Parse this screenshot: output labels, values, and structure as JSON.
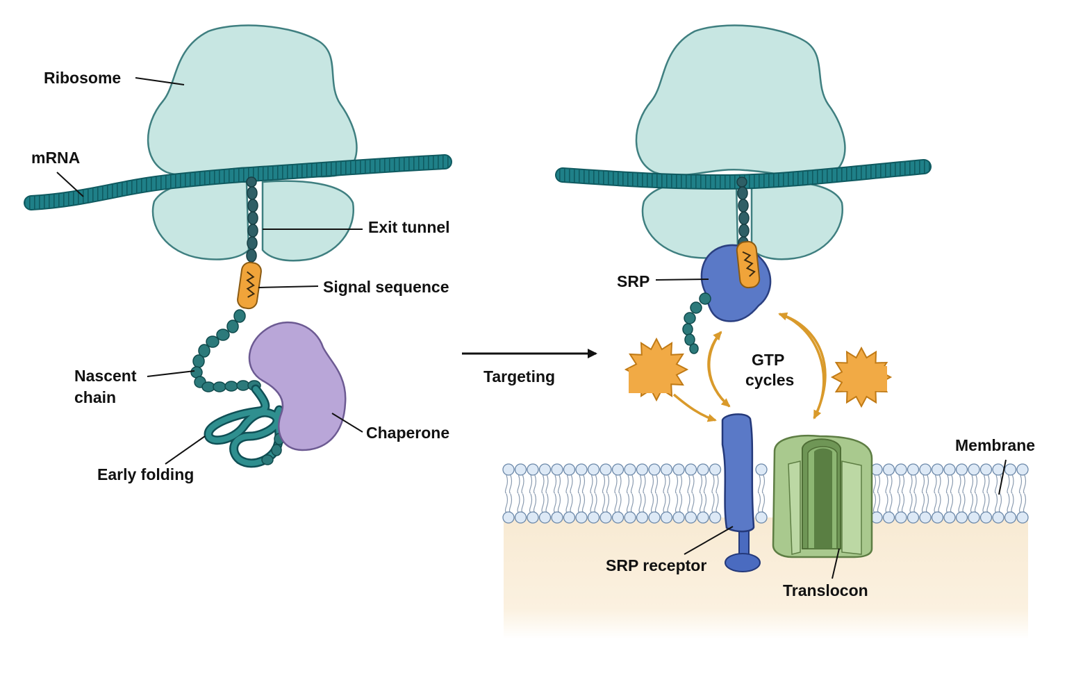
{
  "labels": {
    "ribosome": "Ribosome",
    "mrna": "mRNA",
    "exit_tunnel": "Exit tunnel",
    "signal_sequence": "Signal sequence",
    "nascent_line1": "Nascent",
    "nascent_line2": "chain",
    "chaperone": "Chaperone",
    "early_folding": "Early folding",
    "targeting": "Targeting",
    "srp": "SRP",
    "gtp_line1": "GTP",
    "gtp_line2": "cycles",
    "membrane": "Membrane",
    "srp_receptor": "SRP receptor",
    "translocon": "Translocon"
  },
  "colors": {
    "ribosome": "#c7e6e2",
    "ribosome_stroke": "#3f7f80",
    "mrna": "#1d7f86",
    "chain": "#2c6b6c",
    "signal": "#f0a43a",
    "chaperone": "#b9a6d8",
    "srp": "#5a79c7",
    "gtp": "#f1aa45",
    "arrow_orange": "#d99a2b",
    "translocon": "#a9c98e",
    "membrane_head": "#dde9f6",
    "cytosol_band": "#fbf0dc"
  }
}
